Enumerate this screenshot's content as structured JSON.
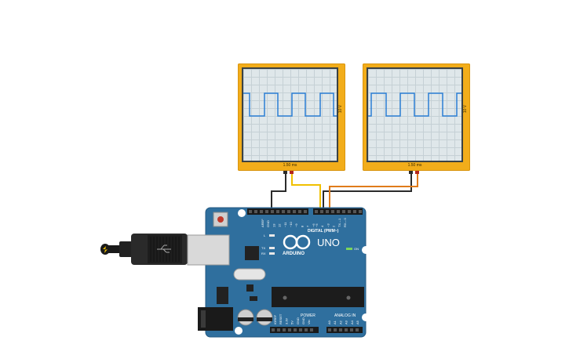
{
  "scope_left": {
    "time_label": "1.50 ms",
    "volt_label": "10 V"
  },
  "scope_right": {
    "time_label": "1.50 ms",
    "volt_label": "10 V"
  },
  "board": {
    "brand": "ARDUINO",
    "model": "UNO",
    "digital_label": "DIGITAL (PWM~)",
    "power_label": "POWER",
    "analog_label": "ANALOG IN",
    "on_label": "ON",
    "tx_label": "TX",
    "rx_label": "RX",
    "l_label": "L",
    "top_pins": [
      "AREF",
      "GND",
      "13",
      "12",
      "~11",
      "~10",
      "~9",
      "8",
      "7",
      "~6",
      "~5",
      "4",
      "~3",
      "2",
      "TX→1",
      "RX←0"
    ],
    "power_pins": [
      "IOREF",
      "RESET",
      "3.3V",
      "5V",
      "GND",
      "GND",
      "Vin"
    ],
    "analog_pins": [
      "A0",
      "A1",
      "A2",
      "A3",
      "A4",
      "A5"
    ]
  },
  "wire_colors": {
    "black": "#2b2b2b",
    "yellow": "#f0c000",
    "orange": "#e07b1a"
  },
  "board_color": "#2f6f9e"
}
